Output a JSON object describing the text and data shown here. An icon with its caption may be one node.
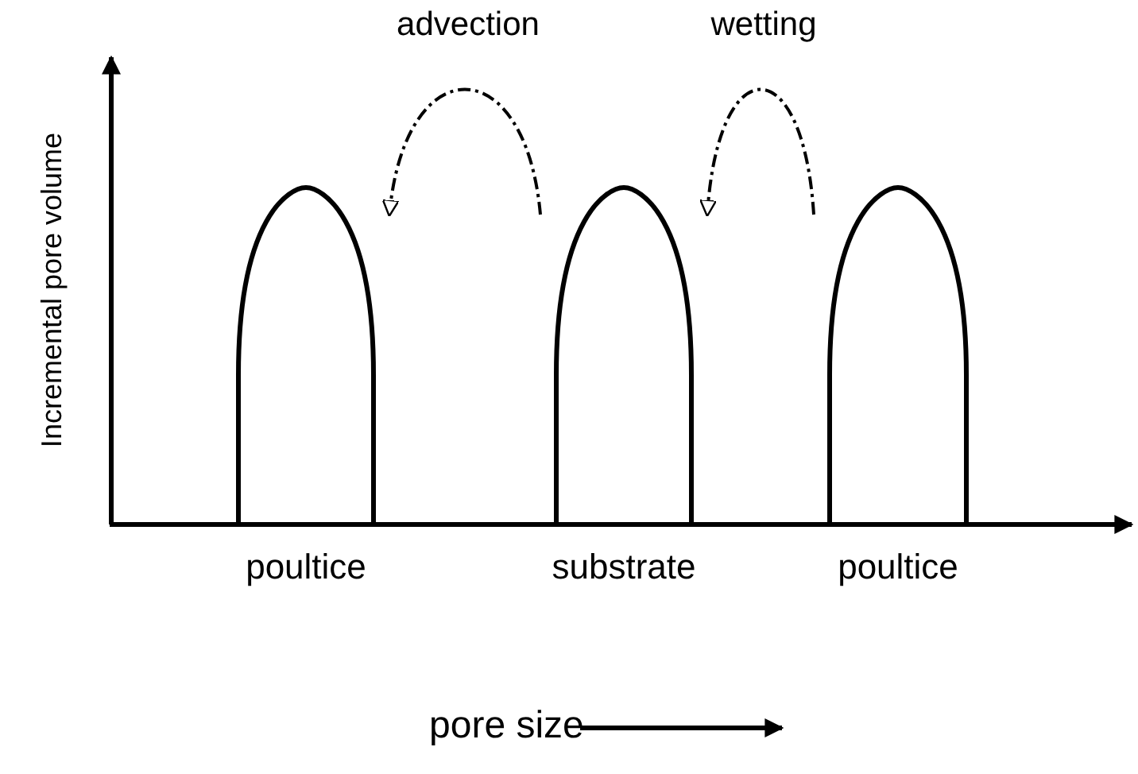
{
  "diagram": {
    "nodes": [
      {
        "text": [
          "poultice"
        ]
      },
      {
        "text": [
          "substrate"
        ]
      },
      {
        "text": [
          "poultice"
        ]
      }
    ],
    "edges": [
      {
        "from": 1,
        "to": 0,
        "arrow": "to",
        "label": "advection",
        "style": "dashed"
      },
      {
        "from": 2,
        "to": 1,
        "arrow": "to",
        "label": "wetting",
        "style": "dashed"
      }
    ],
    "labels": [
      "Incremental pore volume",
      "pore size"
    ]
  }
}
